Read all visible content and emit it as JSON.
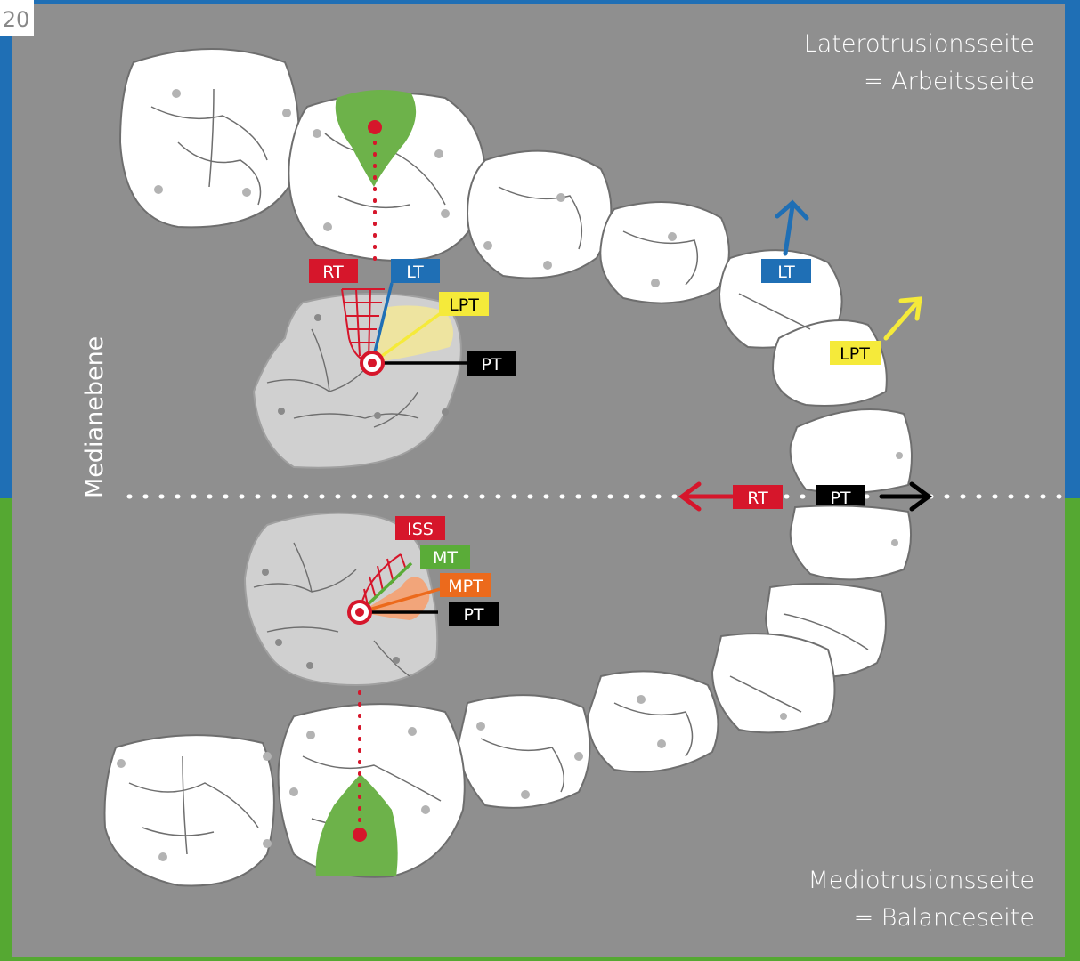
{
  "figure_number": "20",
  "top_side": {
    "line1": "Laterotrusionsseite",
    "line2": "= Arbeitsseite"
  },
  "bottom_side": {
    "line1": "Mediotrusionsseite",
    "line2": "= Balanceseite"
  },
  "median_plane": "Medianebene",
  "upper_labels": {
    "rt": "RT",
    "lt": "LT",
    "lpt": "LPT",
    "pt": "PT"
  },
  "right_labels": {
    "lt": "LT",
    "lpt": "LPT"
  },
  "midline_labels": {
    "rt": "RT",
    "pt": "PT"
  },
  "lower_labels": {
    "iss": "ISS",
    "mt": "MT",
    "mpt": "MPT",
    "pt": "PT"
  },
  "colors": {
    "background": "#8f8f8f",
    "top_frame": "#1f6fb5",
    "bottom_frame": "#55a832",
    "red": "#d6162b",
    "blue": "#1f6fb5",
    "yellow": "#f5ea3a",
    "green": "#5aac38",
    "orange": "#ec6a1c",
    "black": "#000000"
  }
}
